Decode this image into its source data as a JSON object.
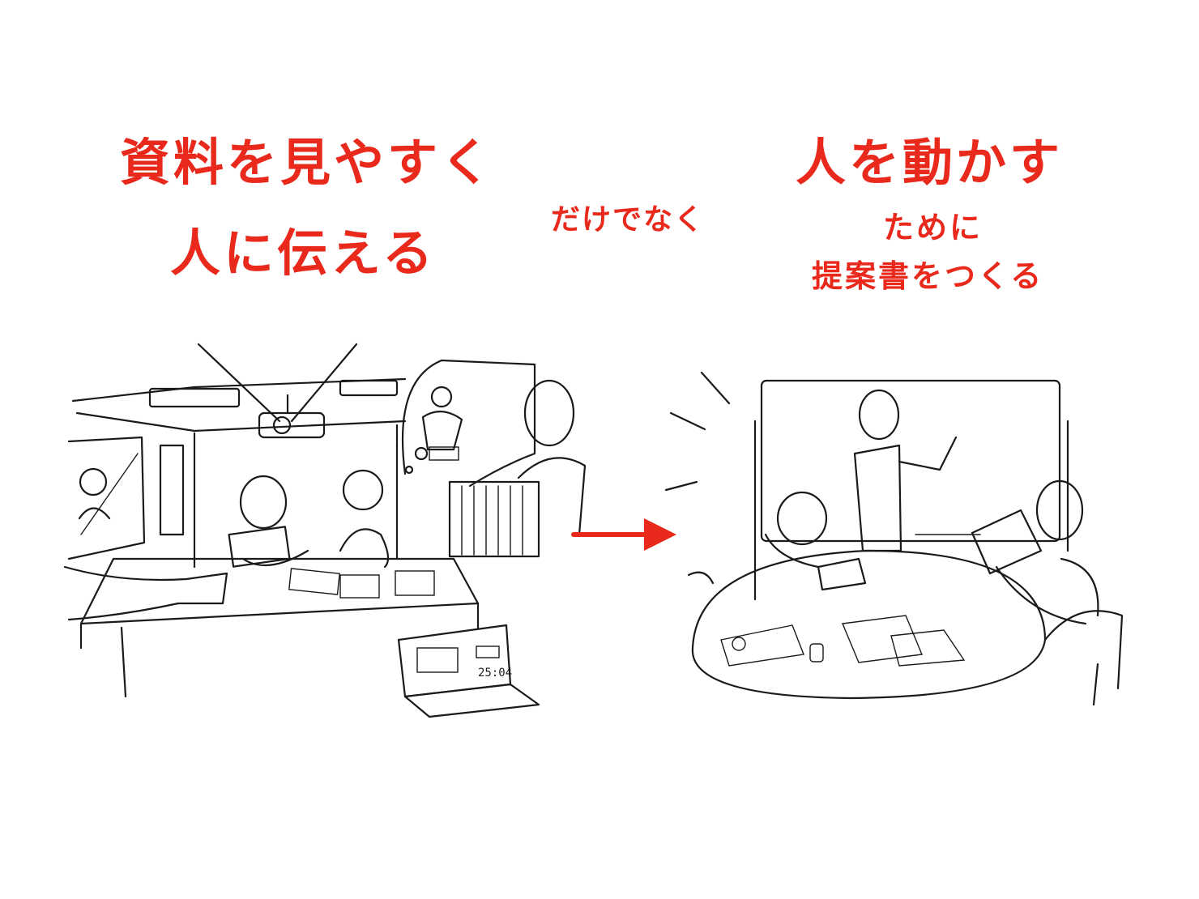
{
  "left_heading": {
    "line1": "資料を見やすく",
    "line2": "人に伝える"
  },
  "connector": "だけでなく",
  "right_heading": {
    "line1": "人を動かす",
    "line2": "ために",
    "line3": "提案書をつくる"
  },
  "left_illustration": {
    "laptop_timer": "25:04"
  },
  "colors": {
    "accent": "#e8291c",
    "ink": "#1a1a1a"
  }
}
